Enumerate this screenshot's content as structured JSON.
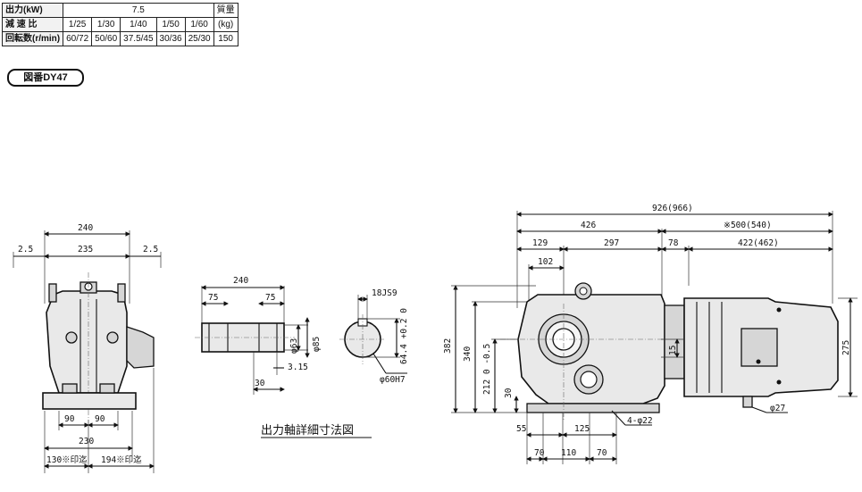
{
  "spec_table": {
    "row_output": {
      "label": "出力(kW)",
      "value": "7.5",
      "mass_header": "質量"
    },
    "row_ratio": {
      "label": "減 速 比",
      "values": [
        "1/25",
        "1/30",
        "1/40",
        "1/50",
        "1/60"
      ],
      "unit": "(kg)"
    },
    "row_speed": {
      "label": "回転数(r/min)",
      "values": [
        "60/72",
        "50/60",
        "37.5/45",
        "30/36",
        "25/30"
      ],
      "mass": "150"
    }
  },
  "figure_badge": "図番DY47",
  "shaft_detail_title": "出力軸詳細寸法図",
  "dims": {
    "front": {
      "w240": "240",
      "w235": "235",
      "l25": "2.5",
      "r25": "2.5",
      "w90": "90",
      "w230": "230",
      "b130": "130※印迄",
      "b194": "194※印迄"
    },
    "shaft": {
      "w240": "240",
      "w75a": "75",
      "w75b": "75",
      "d63": "φ63",
      "d85": "φ85",
      "t315": "3.15",
      "l30": "30"
    },
    "bore": {
      "key": "18JS9",
      "h644": "64.4 +0.2 0",
      "bore": "φ60H7"
    },
    "side": {
      "d926": "926(966)",
      "d426": "426",
      "d500": "※500(540)",
      "d129": "129",
      "d297": "297",
      "d78": "78",
      "d422": "422(462)",
      "d102": "102",
      "d382": "382",
      "d340": "340",
      "d212": "212 0 -0.5",
      "d15": "15",
      "d275": "275",
      "d30": "30",
      "d55": "55",
      "d125": "125",
      "d70a": "70",
      "d110": "110",
      "d70b": "70",
      "holes": "4-φ22",
      "d27": "φ27"
    }
  }
}
